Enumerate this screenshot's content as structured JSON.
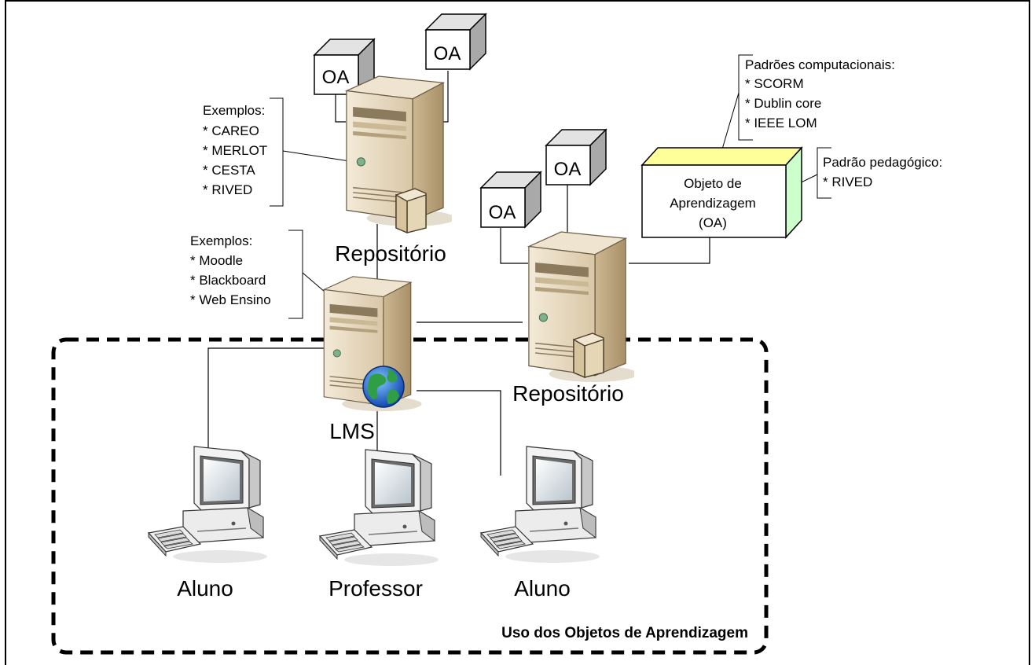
{
  "repositories": {
    "left_label": "Repositório",
    "right_label": "Repositório",
    "examples_title": "Exemplos:",
    "examples": [
      "* CAREO",
      "* MERLOT",
      "* CESTA",
      "* RIVED"
    ]
  },
  "lms": {
    "label": "LMS",
    "examples_title": "Exemplos:",
    "examples": [
      "* Moodle",
      "* Blackboard",
      "* Web Ensino"
    ]
  },
  "oa_boxes": [
    "OA",
    "OA",
    "OA",
    "OA"
  ],
  "learning_object": {
    "lines": [
      "Objeto de",
      "Aprendizagem",
      "(OA)"
    ]
  },
  "computational_standards": {
    "title": "Padrões computacionais:",
    "items": [
      "* SCORM",
      "* Dublin core",
      "* IEEE LOM"
    ]
  },
  "pedagogical_standard": {
    "title": "Padrão pedagógico:",
    "items": [
      "* RIVED"
    ]
  },
  "computers": [
    "Aluno",
    "Professor",
    "Aluno"
  ],
  "usage_area": {
    "label": "Uso dos Objetos de Aprendizagem"
  },
  "colors": {
    "server_body": "#e9dcc4",
    "server_side": "#c9b590",
    "cube_front": "#ffffff",
    "cube_top": "#e0e0e0",
    "cube_side": "#a8a8a8",
    "lo_top": "#ffff99",
    "lo_side": "#ccffcc",
    "dashed_border": "#000000"
  }
}
